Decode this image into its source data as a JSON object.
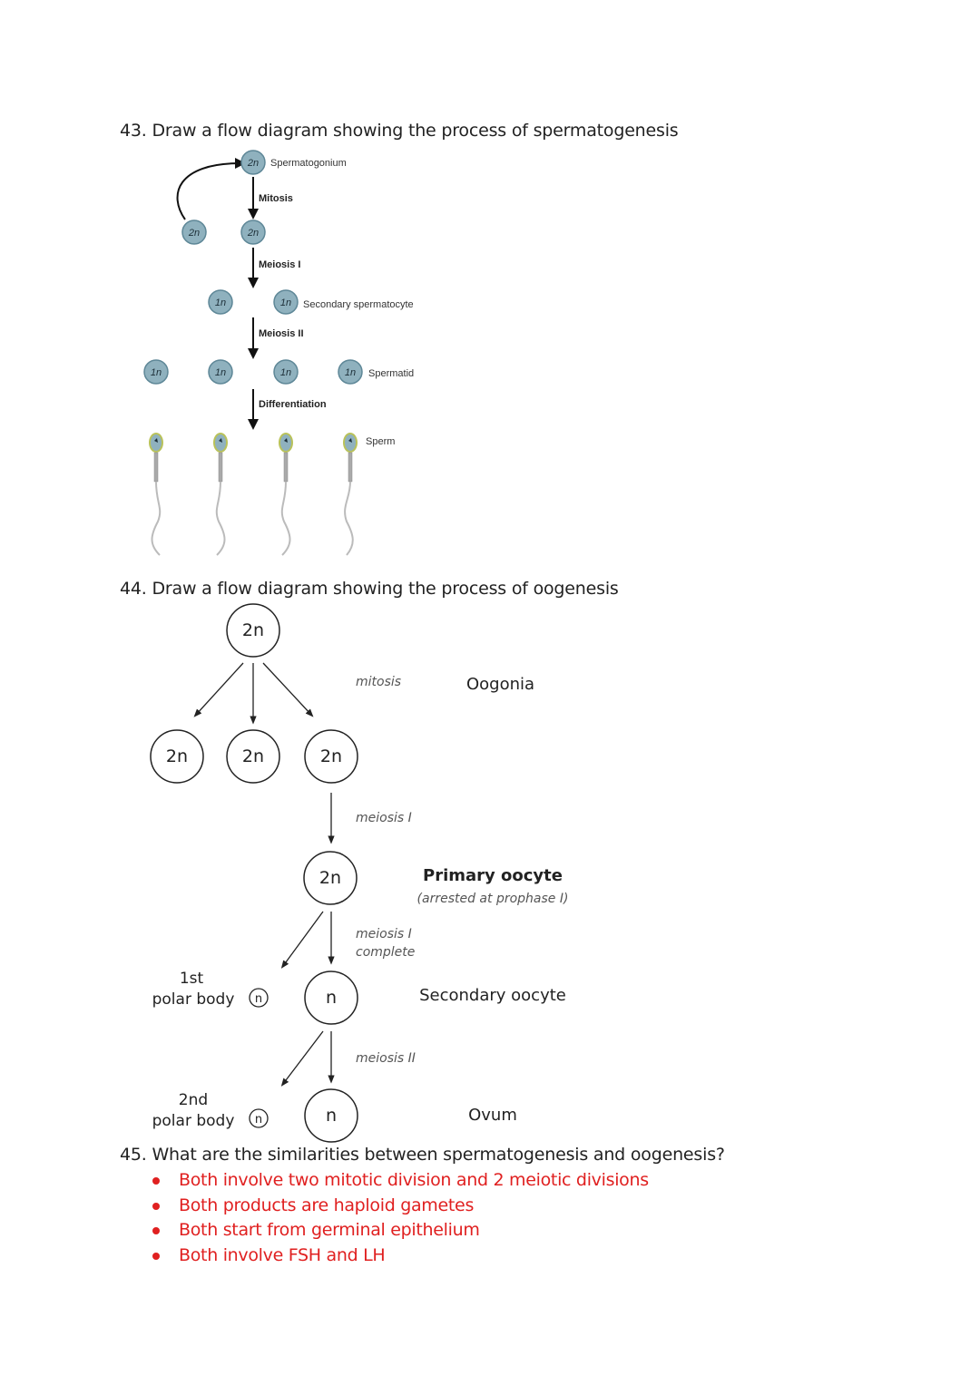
{
  "questions": [
    {
      "number": "43.",
      "text": "Draw a flow diagram showing the process of spermatogenesis"
    },
    {
      "number": "44.",
      "text": "Draw a flow diagram showing the process of oogenesis"
    },
    {
      "number": "45.",
      "text": "What are the similarities between spermatogenesis and oogenesis?"
    }
  ],
  "spermatogenesis": {
    "colors": {
      "cell_fill": "#8fb1be",
      "cell_stroke": "#5e8797",
      "head_rim": "#b9c25a"
    },
    "cells": {
      "spermatogonium": "2n",
      "mitosis_left": "2n",
      "mitosis_right": "2n",
      "secondary_left": "1n",
      "secondary_right": "1n",
      "spermatid_1": "1n",
      "spermatid_2": "1n",
      "spermatid_3": "1n",
      "spermatid_4": "1n"
    },
    "steps": {
      "mitosis": "Mitosis",
      "meiosis1": "Meiosis I",
      "meiosis2": "Meiosis II",
      "differentiation": "Differentiation"
    },
    "labels": {
      "spermatogonium": "Spermatogonium",
      "secondary": "Secondary spermatocyte",
      "spermatid": "Spermatid",
      "sperm": "Sperm"
    }
  },
  "oogenesis": {
    "cells": {
      "top": "2n",
      "oogonia_1": "2n",
      "oogonia_2": "2n",
      "oogonia_3": "2n",
      "primary": "2n",
      "secondary": "n",
      "ovum": "n",
      "polar1": "n",
      "polar2": "n"
    },
    "steps": {
      "mitosis": "mitosis",
      "meiosis1": "meiosis I",
      "meiosis1_complete_a": "meiosis I",
      "meiosis1_complete_b": "complete",
      "meiosis2": "meiosis II"
    },
    "labels": {
      "oogonia": "Oogonia",
      "primary": "Primary oocyte",
      "primary_note": "(arrested at prophase I)",
      "secondary": "Secondary oocyte",
      "ovum": "Ovum",
      "polar1_a": "1st",
      "polar1_b": "polar body",
      "polar2_a": "2nd",
      "polar2_b": "polar body"
    }
  },
  "similarities": [
    "Both involve two mitotic division and 2 meiotic divisions",
    "Both products are haploid gametes",
    "Both start from germinal epithelium",
    "Both involve FSH and LH"
  ],
  "answer_color": "#e02020"
}
